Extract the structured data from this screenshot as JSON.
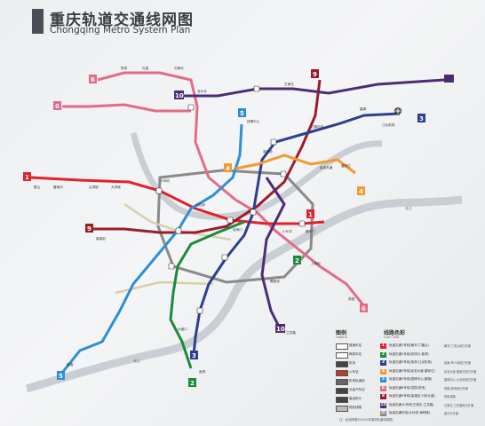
{
  "header": {
    "title_cn": "重庆轨道交通线网图",
    "title_en": "Chongqing Metro System Plan"
  },
  "river_label": "长江",
  "lines": [
    {
      "id": "1",
      "color": "#e3202b"
    },
    {
      "id": "2",
      "color": "#1c8a3c"
    },
    {
      "id": "3",
      "color": "#2d3f8f"
    },
    {
      "id": "4",
      "color": "#f29a2e"
    },
    {
      "id": "5",
      "color": "#2e8fd6"
    },
    {
      "id": "6",
      "color": "#e46b88"
    },
    {
      "id": "9",
      "color": "#9c1c2c"
    },
    {
      "id": "10",
      "color": "#4c2d74"
    },
    {
      "id": "loop",
      "color": "#8a8a8a"
    }
  ],
  "map_labels": {
    "n6a": "悦来",
    "n6b": "礼嘉",
    "n6c": "龙头寺",
    "n6d": "刘家坪",
    "n1a": "壁山",
    "n1b": "璧南河",
    "n1c": "尖顶坡",
    "n1d": "大学城",
    "n3a": "江北机场",
    "n3b": "碧津",
    "n3c": "红旗河沟",
    "n3d": "观音桥",
    "n5a": "园博中心",
    "n5b": "大石坝",
    "n5c": "跳磴",
    "n2a": "较场口",
    "n2b": "大渡口",
    "n2c": "鱼洞",
    "n10a": "王家庄",
    "n10b": "鲤鱼池",
    "n10c": "兰花路",
    "n4a": "民安大道",
    "n4b": "唐家沱",
    "n9a": "高滩岩",
    "n9b": "沙坪坝",
    "nc": "小什字",
    "nd": "朝天门",
    "n6e": "上新街",
    "n6f": "茶园"
  },
  "legend": {
    "symbols_title": "图例",
    "symbols_sub": "Legend",
    "lines_title": "线路色彩",
    "lines_sub": "Line Color",
    "symbols": [
      {
        "name": "普通车站",
        "color": "#ffffff"
      },
      {
        "name": "换乘车站",
        "color": "#ffffff"
      },
      {
        "name": "机场",
        "color": "#444444"
      },
      {
        "name": "火车站",
        "color": "#c0392b"
      },
      {
        "name": "机场轨道线",
        "color": "#666666"
      },
      {
        "name": "长途汽车站",
        "color": "#444444"
      },
      {
        "name": "客运码头",
        "color": "#444444"
      },
      {
        "name": "规划线路",
        "color": "#bbbbbb"
      }
    ],
    "rows": [
      {
        "num": "1",
        "color": "#e3202b",
        "name": "轨道交通1号线(朝天门-璧山)",
        "note": "朝天门-璧山段已开通"
      },
      {
        "num": "2",
        "color": "#1c8a3c",
        "name": "轨道交通2号线(较场口-鱼洞)",
        "note": ""
      },
      {
        "num": "3",
        "color": "#2d3f8f",
        "name": "轨道交通3号线(鱼洞-江北机场)",
        "note": "碧津-举人坝段已开通"
      },
      {
        "num": "4",
        "color": "#f29a2e",
        "name": "轨道交通4号线(民安大道-唐家沱)",
        "note": "民安大道-唐家沱段已开通"
      },
      {
        "num": "5",
        "color": "#2e8fd6",
        "name": "轨道交通5号线(园博中心-跳磴)",
        "note": "园博中心-大石坝段已开通"
      },
      {
        "num": "6",
        "color": "#e46b88",
        "name": "轨道交通6号线(茶园-悦来)",
        "note": "茶园-悦来段已开通"
      },
      {
        "num": "9",
        "color": "#9c1c2c",
        "name": "轨道交通9号线(高滩岩-兴科大道)",
        "note": "规划线路"
      },
      {
        "num": "10",
        "color": "#4c2d74",
        "name": "轨道交通10号线(王家庄-兰花路)",
        "note": "王家庄-兰花路段已开通"
      },
      {
        "num": "环",
        "color": "#8a8a8a",
        "name": "轨道交通环线(沙坪坝-海峡路)",
        "note": "部分已开通"
      }
    ]
  },
  "footnote": "注：此线网图为2020年重庆轨道线网图。"
}
